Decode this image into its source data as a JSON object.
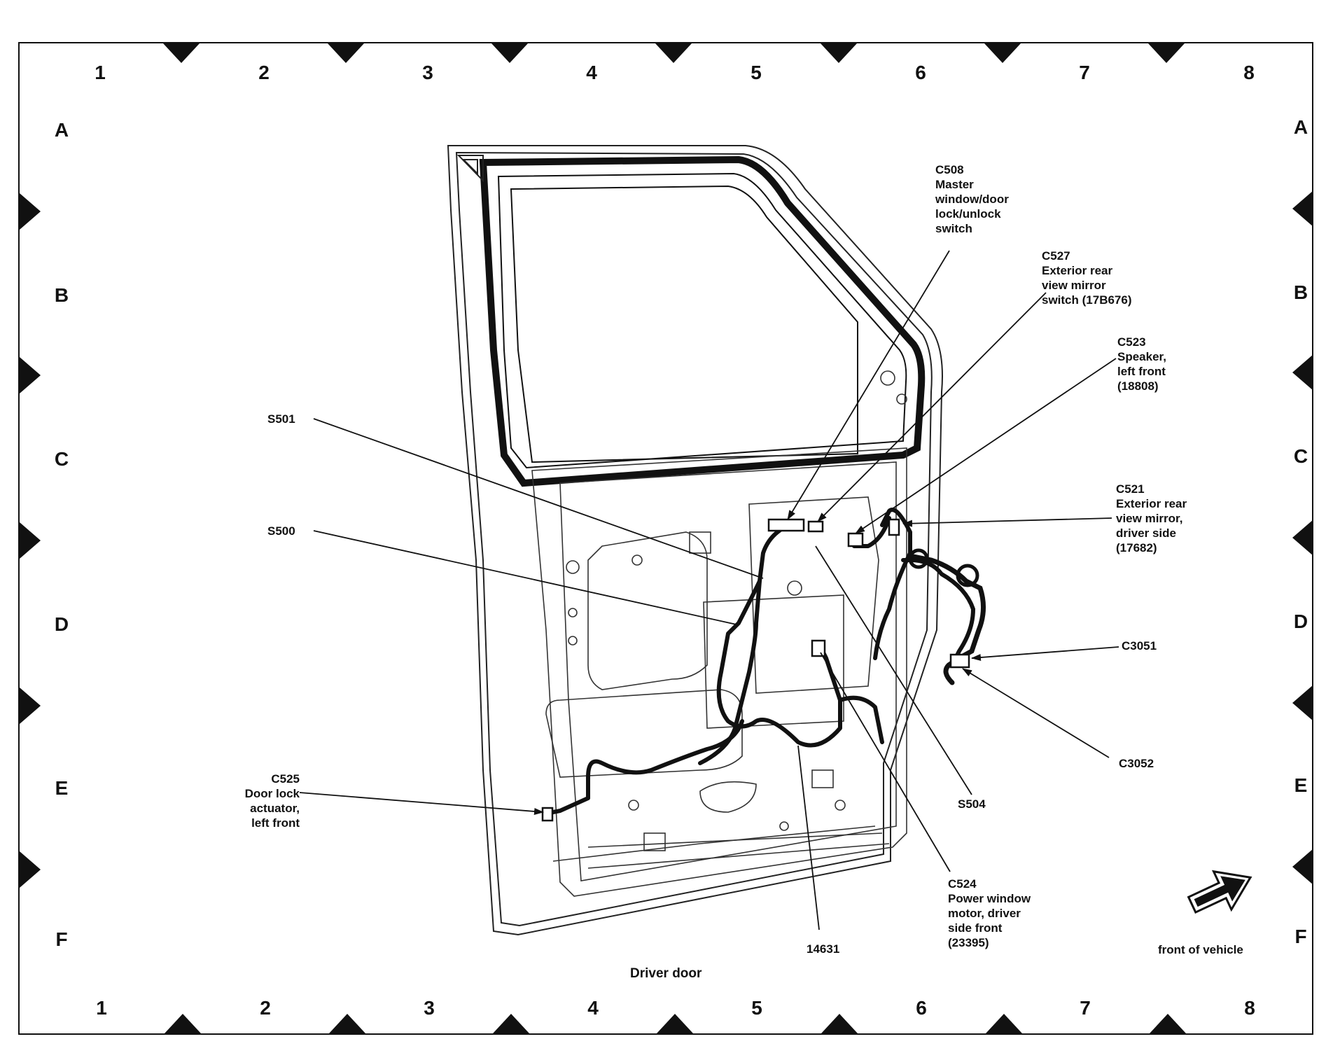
{
  "grid": {
    "columns": [
      "1",
      "2",
      "3",
      "4",
      "5",
      "6",
      "7",
      "8"
    ],
    "rows": [
      "A",
      "B",
      "C",
      "D",
      "E",
      "F"
    ]
  },
  "callouts": {
    "c508": "C508\nMaster\nwindow/door\nlock/unlock\nswitch",
    "c527": "C527\nExterior rear\nview mirror\nswitch (17B676)",
    "c523": "C523\nSpeaker,\nleft front\n(18808)",
    "c521": "C521\nExterior rear\nview mirror,\ndriver side\n(17682)",
    "c3051": "C3051",
    "c3052": "C3052",
    "s501": "S501",
    "s500": "S500",
    "c525": "C525\nDoor lock\nactuator,\nleft front",
    "s504": "S504",
    "c524": "C524\nPower window\nmotor, driver\nside front\n(23395)",
    "part14631": "14631"
  },
  "caption": "Driver door",
  "front_label": "front of vehicle"
}
